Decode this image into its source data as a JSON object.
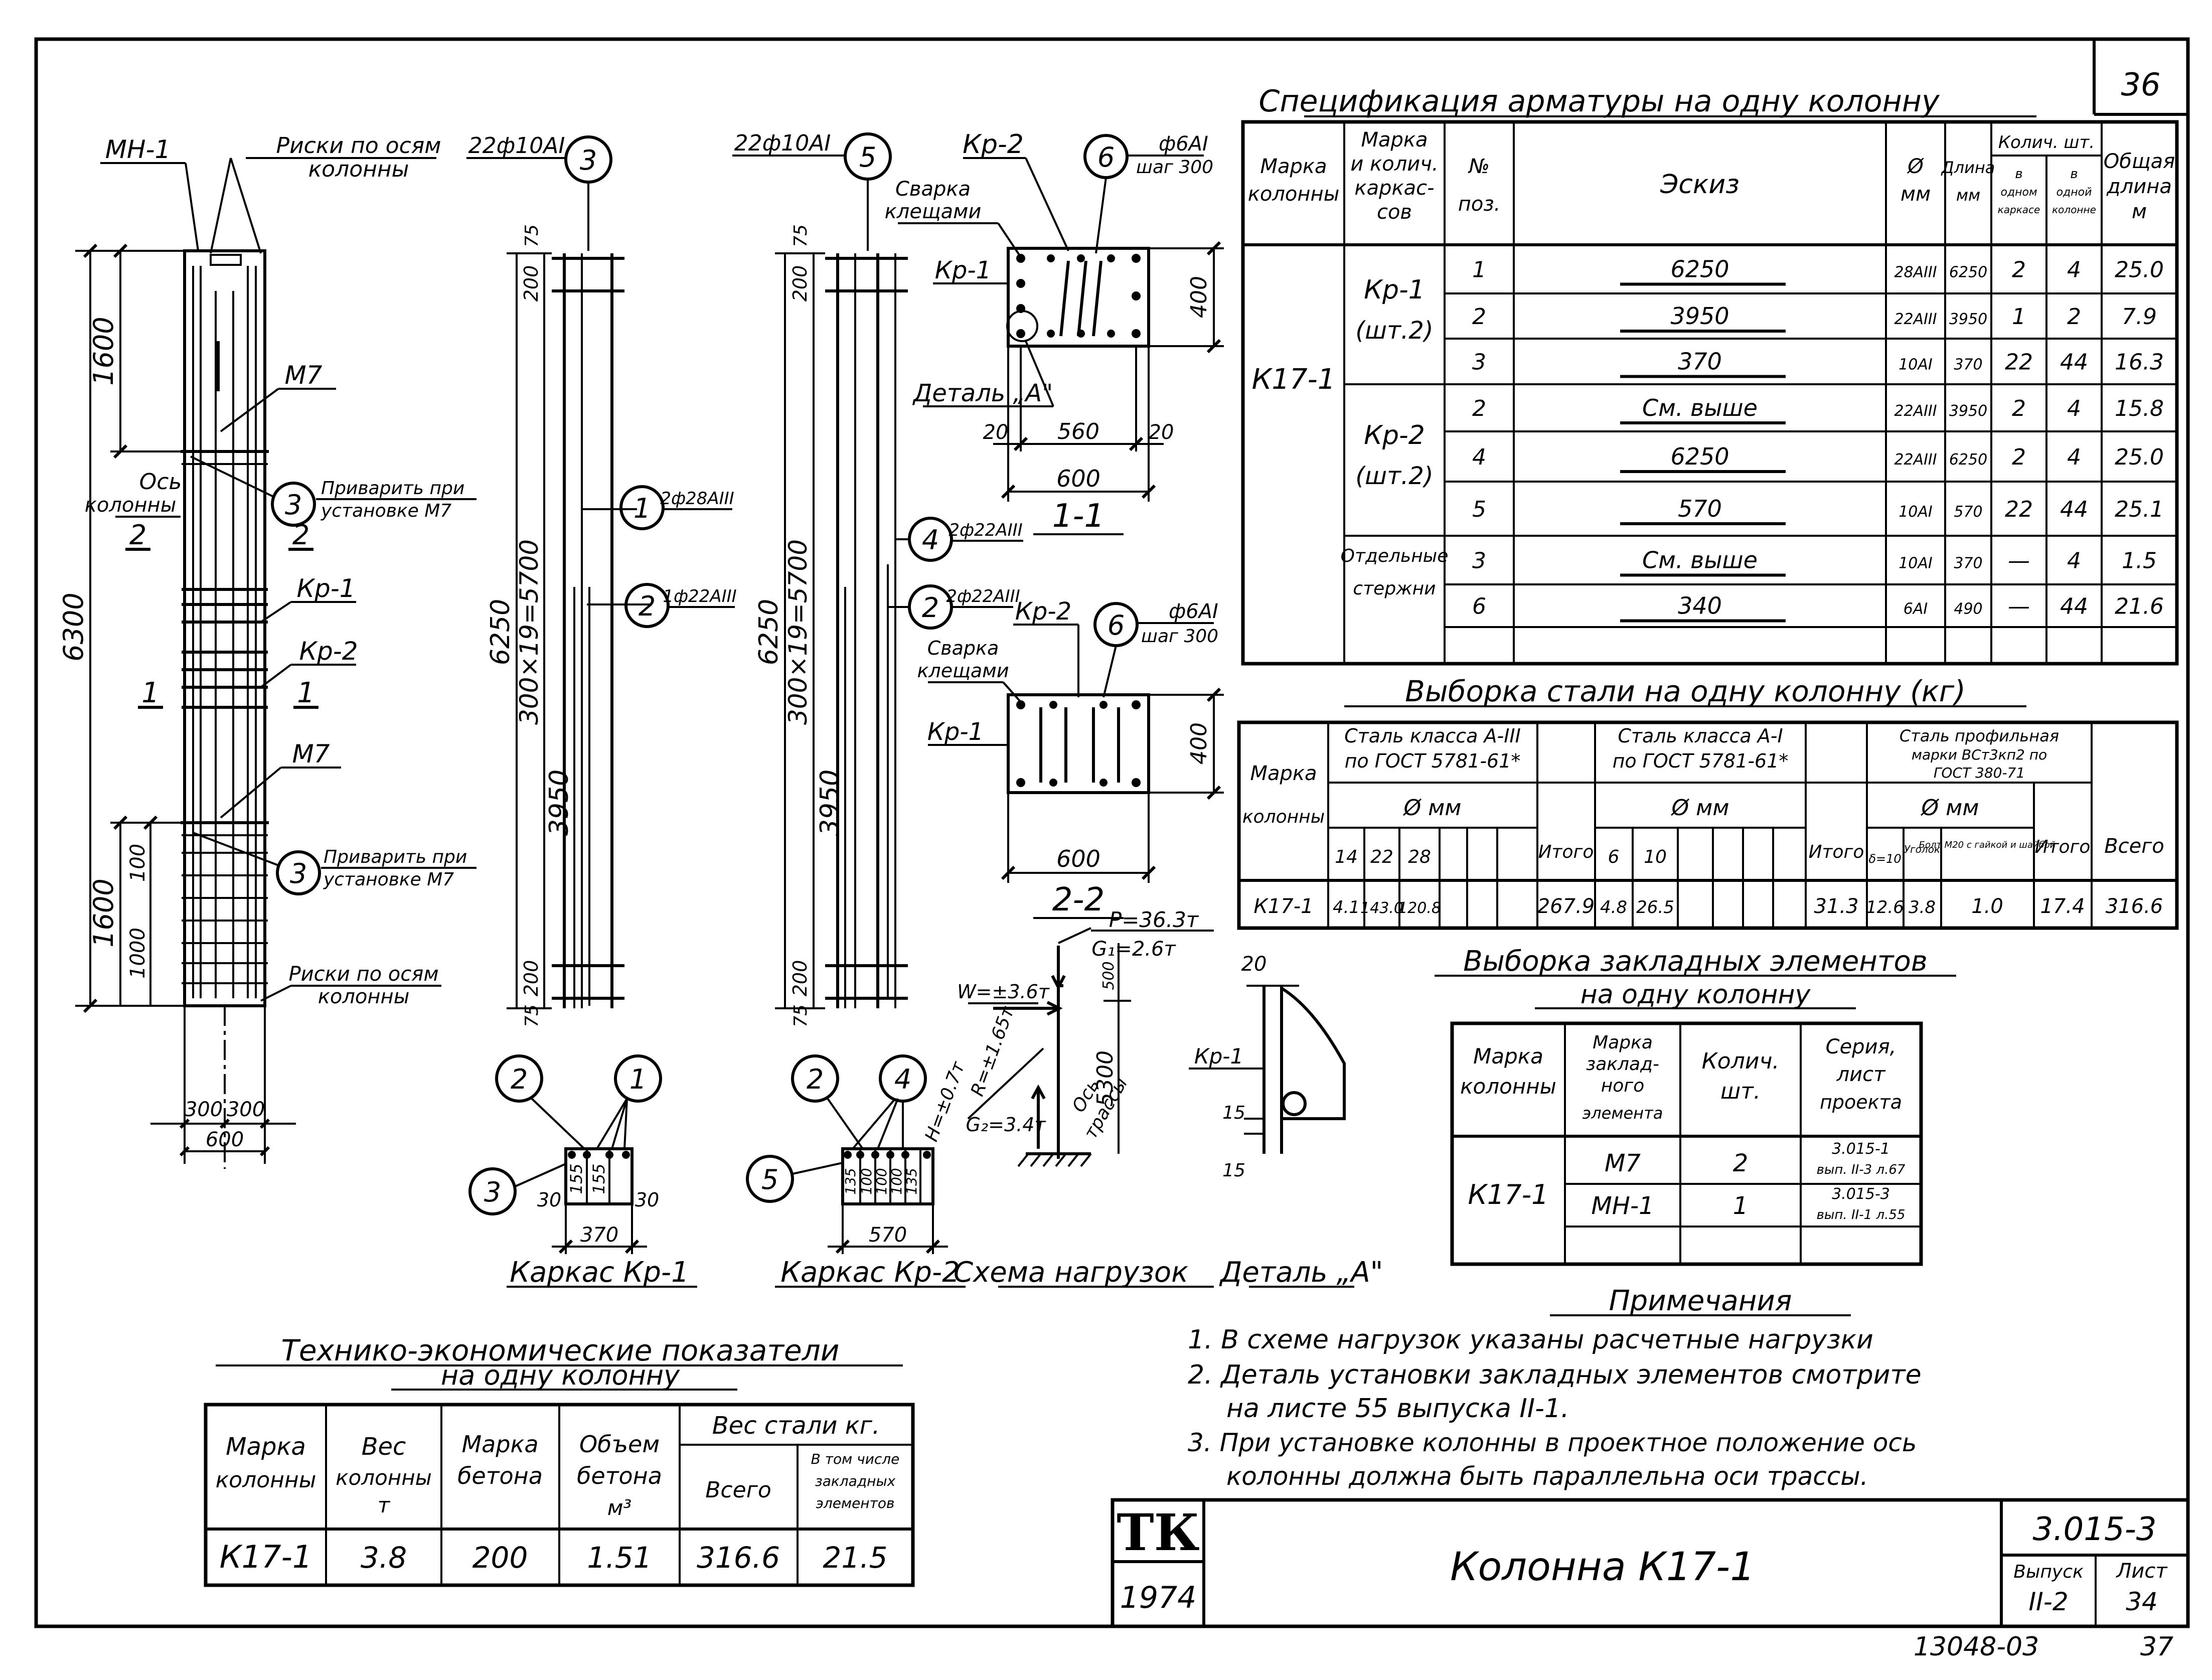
{
  "sheet_number": "36",
  "spec": {
    "title": "Спецификация арматуры на одну колонну",
    "h_mark": [
      "Марка",
      "колонны"
    ],
    "h_frame": [
      "Марка",
      "и колич.",
      "каркас-",
      "сов"
    ],
    "h_pos": [
      "№",
      "поз."
    ],
    "h_sketch": "Эскиз",
    "h_dia": [
      "Ø",
      "мм"
    ],
    "h_len": [
      "Длина",
      "мм"
    ],
    "h_qty": "Колич. шт.",
    "h_qty1": [
      "в",
      "одном",
      "каркасе"
    ],
    "h_qty2": [
      "в",
      "одной",
      "колонне"
    ],
    "h_total": [
      "Общая",
      "длина",
      "м"
    ],
    "column_mark": "К17-1",
    "groups": [
      {
        "name": "Кр-1",
        "count": "(шт.2)"
      },
      {
        "name": "Кр-2",
        "count": "(шт.2)"
      },
      {
        "name": "Отдельные",
        "count": "стержни"
      }
    ],
    "rows": [
      {
        "pos": "1",
        "sketch": "6250",
        "dia": "28АIII",
        "len": "6250",
        "q1": "2",
        "q2": "4",
        "total": "25.0"
      },
      {
        "pos": "2",
        "sketch": "3950",
        "dia": "22АIII",
        "len": "3950",
        "q1": "1",
        "q2": "2",
        "total": "7.9"
      },
      {
        "pos": "3",
        "sketch": "370",
        "dia": "10АI",
        "len": "370",
        "q1": "22",
        "q2": "44",
        "total": "16.3"
      },
      {
        "pos": "2",
        "sketch": "См. выше",
        "dia": "22АIII",
        "len": "3950",
        "q1": "2",
        "q2": "4",
        "total": "15.8"
      },
      {
        "pos": "4",
        "sketch": "6250",
        "dia": "22АIII",
        "len": "6250",
        "q1": "2",
        "q2": "4",
        "total": "25.0"
      },
      {
        "pos": "5",
        "sketch": "570",
        "dia": "10АI",
        "len": "570",
        "q1": "22",
        "q2": "44",
        "total": "25.1"
      },
      {
        "pos": "3",
        "sketch": "См. выше",
        "dia": "10АI",
        "len": "370",
        "q1": "—",
        "q2": "4",
        "total": "1.5"
      },
      {
        "pos": "6",
        "sketch": "340",
        "dia": "6АI",
        "len": "490",
        "q1": "—",
        "q2": "44",
        "total": "21.6"
      }
    ]
  },
  "steel": {
    "title": "Выборка стали на одну колонну (кг)",
    "h_mark": [
      "Марка",
      "колонны"
    ],
    "h_a3": [
      "Сталь класса А-III",
      "по ГОСТ 5781-61*"
    ],
    "h_a1": [
      "Сталь класса А-I",
      "по ГОСТ 5781-61*"
    ],
    "h_prof": [
      "Сталь профильная",
      "марки ВСт3кп2 по",
      "ГОСТ 380-71"
    ],
    "h_dmm": "Ø мм",
    "h_itogo": "Итого",
    "h_vsego": "Всего",
    "sub_a3": [
      "14",
      "22",
      "28"
    ],
    "sub_a1": [
      "6",
      "10"
    ],
    "sub_prof": [
      "δ=10",
      "Уголок",
      "Болт М20 с гайкой и шайбой"
    ],
    "row": {
      "mark": "К17-1",
      "a3": [
        "4.1",
        "143.0",
        "120.8"
      ],
      "a3_itogo": "267.9",
      "a1": [
        "4.8",
        "26.5"
      ],
      "a1_itogo": "31.3",
      "prof": [
        "12.6",
        "3.8",
        "1.0"
      ],
      "prof_itogo": "17.4",
      "total": "316.6"
    }
  },
  "embedded": {
    "title1": "Выборка закладных элементов",
    "title2": "на одну колонну",
    "h_mark": [
      "Марка",
      "колонны"
    ],
    "h_elem": [
      "Марка",
      "заклад-",
      "ного",
      "элемента"
    ],
    "h_qty": [
      "Колич.",
      "шт."
    ],
    "h_series": [
      "Серия,",
      "лист",
      "проекта"
    ],
    "column_mark": "К17-1",
    "rows": [
      {
        "elem": "М7",
        "qty": "2",
        "series": [
          "3.015-1",
          "вып. II-3 л.67"
        ]
      },
      {
        "elem": "МН-1",
        "qty": "1",
        "series": [
          "3.015-3",
          "вып. II-1 л.55"
        ]
      }
    ]
  },
  "tep": {
    "title1": "Технико-экономические показатели",
    "title2": "на одну колонну",
    "h_mark": [
      "Марка",
      "колонны"
    ],
    "h_weight": [
      "Вес",
      "колонны",
      "т"
    ],
    "h_concrete": [
      "Марка",
      "бетона"
    ],
    "h_volume": [
      "Объем",
      "бетона",
      "м³"
    ],
    "h_steel": "Вес стали кг.",
    "h_total": "Всего",
    "h_incl": [
      "В том числе",
      "закладных",
      "элементов"
    ],
    "row": {
      "mark": "К17-1",
      "weight": "3.8",
      "concrete": "200",
      "volume": "1.51",
      "steel_total": "316.6",
      "steel_emb": "21.5"
    }
  },
  "notes": {
    "title": "Примечания",
    "lines": [
      "1. В схеме нагрузок указаны расчетные нагрузки",
      "2. Деталь установки закладных элементов смотрите",
      "на листе 55 выпуска II-1.",
      "3. При установке колонны в проектное положение ось",
      "колонны должна быть параллельна оси трассы."
    ]
  },
  "stamp": {
    "logo": "ТК",
    "year": "1974",
    "title": "Колонна К17-1",
    "series": "3.015-3",
    "vyp_label": "Выпуск",
    "vyp": "II-2",
    "list_label": "Лист",
    "list": "34"
  },
  "footer": {
    "code": "13048-03",
    "page": "37"
  },
  "col": {
    "mn1": "МН-1",
    "riski_top": [
      "Риски по осям",
      "колонны"
    ],
    "riski_bot": [
      "Риски по осям",
      "колонны"
    ],
    "m7_top": "М7",
    "m7_bot": "М7",
    "os": [
      "Ось",
      "колонны"
    ],
    "sec2": "2",
    "sec1": "1",
    "kr1": "Кр-1",
    "kr2": "Кр-2",
    "weld_top": [
      "Приварить при",
      "установке М7"
    ],
    "weld_bot": [
      "Приварить при",
      "установке М7"
    ],
    "bubble3": "3",
    "d1600a": "1600",
    "d1600b": "1600",
    "d6300": "6300",
    "d100": "100",
    "d1000": "1000",
    "d300a": "300",
    "d300b": "300",
    "d600": "600"
  },
  "frame": {
    "bars_a": "22ф10АI",
    "bars_b": "22ф10АI",
    "bub3": "3",
    "bub5": "5",
    "bub1": "1",
    "bub2a": "2",
    "bub2b": "2",
    "bub4": "4",
    "lbl1": "2ф28АIII",
    "lbl2": "1ф22АIII",
    "lbl4": "2ф22АIII",
    "lbl2b": "2ф22АIII",
    "d75": "75",
    "d200": "200",
    "d6250": "6250",
    "d5700": "300×19=5700",
    "d3950": "3950",
    "kr1_title": "Каркас Кр-1",
    "kr2_title": "Каркас Кр-2",
    "s1_dims": [
      "30",
      "155",
      "155",
      "30"
    ],
    "s1_total": "370",
    "s2_dims": [
      "135",
      "100",
      "100",
      "100",
      "135"
    ],
    "s2_total": "570"
  },
  "sec11": {
    "kr2": "Кр-2",
    "kr1": "Кр-1",
    "bub6": "6",
    "rebar": [
      "ф6АI",
      "шаг 300"
    ],
    "weld": [
      "Сварка",
      "клещами"
    ],
    "detail": "Деталь „А\"",
    "d400": "400",
    "d20a": "20",
    "d560": "560",
    "d20b": "20",
    "d600": "600",
    "title": "1-1"
  },
  "sec22": {
    "kr2": "Кр-2",
    "kr1": "Кр-1",
    "bub6": "6",
    "rebar": [
      "ф6АI",
      "шаг 300"
    ],
    "weld": [
      "Сварка",
      "клещами"
    ],
    "d400": "400",
    "d600": "600",
    "title": "2-2"
  },
  "loads": {
    "p": "P=36.3т",
    "g1": "G₁=2.6т",
    "w": "W=±3.6т",
    "h": "H=±0.7т",
    "r": "R=±1.65т",
    "g2": "G₂=3.4т",
    "d500": "500",
    "d5300": "5300",
    "os": [
      "Ось",
      "трассы"
    ],
    "title": "Схема нагрузок"
  },
  "detail": {
    "d20": "20",
    "kr1": "Кр-1",
    "d15a": "15",
    "d15b": "15",
    "title": "Деталь „А\""
  }
}
